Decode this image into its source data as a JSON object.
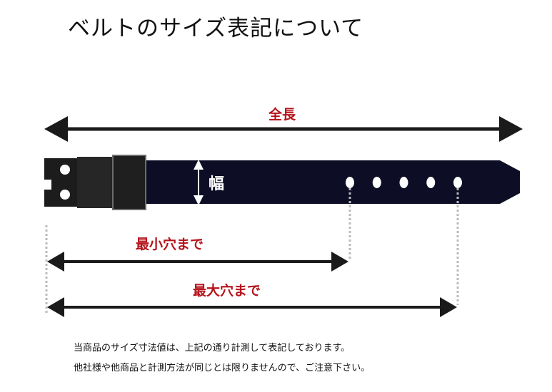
{
  "title": "ベルトのサイズ表記について",
  "labels": {
    "total_length": "全長",
    "belt_width": "幅",
    "to_smallest_hole": "最小穴まで",
    "to_largest_hole": "最大穴まで"
  },
  "notes": [
    "当商品のサイズ寸法値は、上記の通り計測して表記しております。",
    "他社様や他商品と計測方法が同じとは限りませんので、ご注意下さい。"
  ],
  "colors": {
    "accent_red": "#b5121b",
    "belt": "#0d0e26",
    "buckle": "#1c1c1c",
    "arrow": "#1a1a1a",
    "dotted": "#bbbbbb",
    "hole": "#ffffff",
    "width_label": "#ffffff"
  },
  "icons": {
    "width_arrow": "double-headed-vertical-arrow",
    "dimension_arrow": "double-headed-horizontal-arrow"
  },
  "belt": {
    "hole_count": 5
  }
}
